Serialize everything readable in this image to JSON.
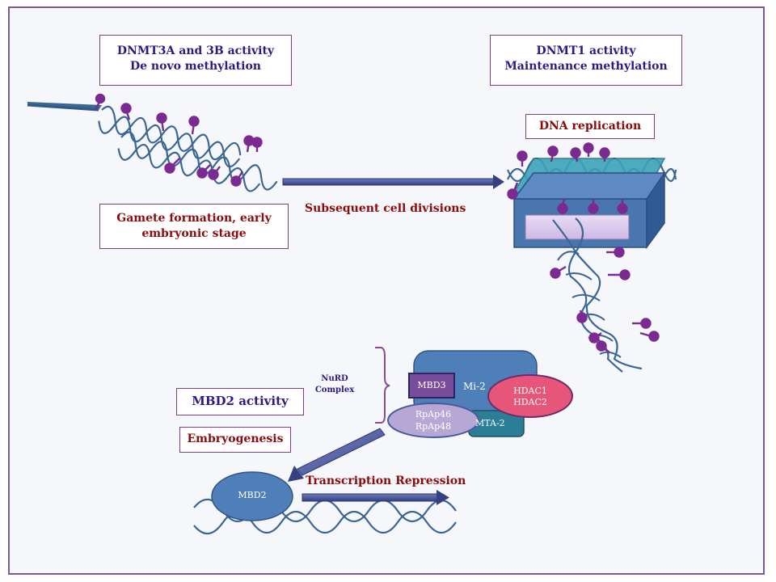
{
  "labels": {
    "dnmt3": [
      "DNMT3A and 3B activity",
      "De novo methylation"
    ],
    "dnmt1": [
      "DNMT1 activity",
      "Maintenance methylation"
    ],
    "gamete": [
      "Gamete formation, early",
      "embryonic stage"
    ],
    "divisions": "Subsequent cell divisions",
    "replication": "DNA replication",
    "nurd": [
      "NuRD",
      "Complex"
    ],
    "mbd3": "MBD3",
    "mi2": "Mi-2",
    "hdac": [
      "HDAC1",
      "HDAC2"
    ],
    "rbap": [
      "RpAp46",
      "RpAp48"
    ],
    "mta2": "MTA-2",
    "mbd2_activity": "MBD2 activity",
    "embryogenesis": "Embryogenesis",
    "mbd2": "MBD2",
    "repression": "Transcription Repression"
  },
  "colors": {
    "border": "#7b5a8e",
    "dna_strand": "#3a6694",
    "methyl_mark": "#7a2a90",
    "blue_text": "#2b1a86",
    "red_text": "#8b0b0b",
    "nurd_body": "#4f7fb8",
    "mbd3_fill": "#7a4d9c",
    "hdac_fill": "#e8557a",
    "rbap_fill": "#b7a7d4",
    "mta2_fill": "#2c7d97",
    "box3d_fill": "#4a76b0",
    "arrow_fill": "#4a5aa0"
  }
}
